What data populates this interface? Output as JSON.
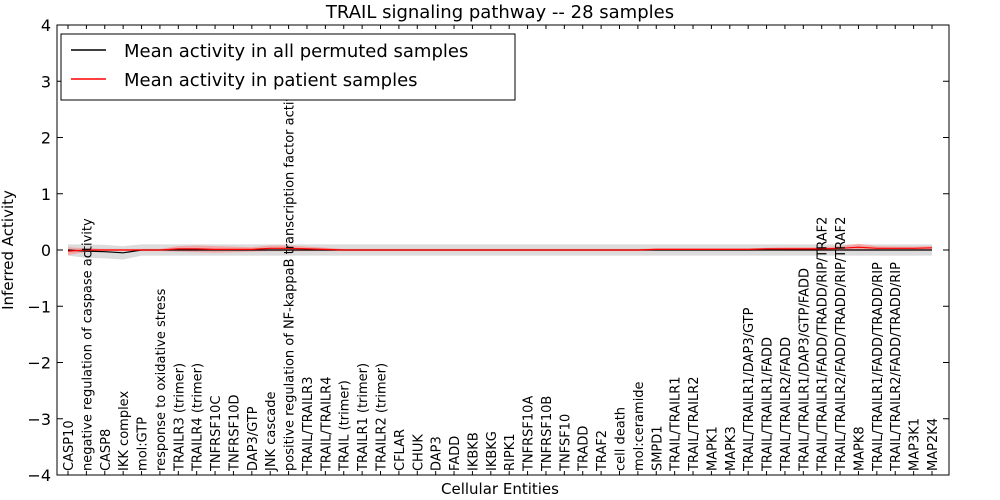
{
  "chart_data": {
    "type": "line",
    "title": "TRAIL signaling pathway -- 28 samples",
    "xlabel": "Cellular Entities",
    "ylabel": "Inferred Activity",
    "ylim": [
      -4,
      4
    ],
    "yticks": [
      "4",
      "3",
      "2",
      "1",
      "0",
      "−1",
      "−2",
      "−3",
      "−4"
    ],
    "yticks_values": [
      4,
      3,
      2,
      1,
      0,
      -1,
      -2,
      -3,
      -4
    ],
    "grid": false,
    "legend": "top-left",
    "colors": {
      "permuted": "#000000",
      "patient": "#ff0000",
      "permuted_band": "#bfbfbf",
      "patient_band": "#ff8080"
    },
    "categories": [
      "CASP10",
      "negative regulation of caspase activity",
      "CASP8",
      "IKK complex",
      "mol:GTP",
      "response to oxidative stress",
      "TRAILR3 (trimer)",
      "TRAILR4 (trimer)",
      "TNFRSF10C",
      "TNFRSF10D",
      "DAP3/GTP",
      "JNK cascade",
      "positive regulation of NF-kappaB transcription factor activity",
      "TRAIL/TRAILR3",
      "TRAIL/TRAILR4",
      "TRAIL (trimer)",
      "TRAILR1 (trimer)",
      "TRAILR2 (trimer)",
      "CFLAR",
      "CHUK",
      "DAP3",
      "FADD",
      "IKBKB",
      "IKBKG",
      "RIPK1",
      "TNFRSF10A",
      "TNFRSF10B",
      "TNFSF10",
      "TRADD",
      "TRAF2",
      "cell death",
      "mol:ceramide",
      "SMPD1",
      "TRAIL/TRAILR1",
      "TRAIL/TRAILR2",
      "MAPK1",
      "MAPK3",
      "TRAIL/TRAILR1/DAP3/GTP",
      "TRAIL/TRAILR1/FADD",
      "TRAIL/TRAILR2/FADD",
      "TRAIL/TRAILR1/DAP3/GTP/FADD",
      "TRAIL/TRAILR1/FADD/TRADD/RIP/TRAF2",
      "TRAIL/TRAILR2/FADD/TRADD/RIP/TRAF2",
      "MAPK8",
      "TRAIL/TRAILR1/FADD/TRADD/RIP",
      "TRAIL/TRAILR2/FADD/TRADD/RIP",
      "MAP3K1",
      "MAP2K4"
    ],
    "series": [
      {
        "name": "Mean activity in all permuted samples",
        "values": [
          0.0,
          -0.02,
          -0.03,
          -0.05,
          0.0,
          0.0,
          0.0,
          0.0,
          0.0,
          0.0,
          0.0,
          0.0,
          0.0,
          0.0,
          0.0,
          0.0,
          0.0,
          0.0,
          0.0,
          0.0,
          0.0,
          0.0,
          0.0,
          0.0,
          0.0,
          0.0,
          0.0,
          0.0,
          0.0,
          0.0,
          0.0,
          0.0,
          0.0,
          0.0,
          0.0,
          0.0,
          0.0,
          0.0,
          0.0,
          0.0,
          0.0,
          0.0,
          0.0,
          0.0,
          0.0,
          0.0,
          0.0,
          0.0
        ],
        "band": [
          0.1,
          0.12,
          0.12,
          0.12,
          0.1,
          0.1,
          0.1,
          0.1,
          0.1,
          0.1,
          0.1,
          0.1,
          0.1,
          0.1,
          0.1,
          0.1,
          0.1,
          0.1,
          0.1,
          0.1,
          0.1,
          0.1,
          0.1,
          0.1,
          0.1,
          0.1,
          0.1,
          0.1,
          0.1,
          0.1,
          0.1,
          0.1,
          0.1,
          0.1,
          0.1,
          0.1,
          0.1,
          0.1,
          0.1,
          0.1,
          0.1,
          0.1,
          0.1,
          0.1,
          0.1,
          0.1,
          0.1,
          0.1
        ]
      },
      {
        "name": "Mean activity in patient samples",
        "values": [
          -0.02,
          0.0,
          0.0,
          0.0,
          0.0,
          0.0,
          0.02,
          0.02,
          0.01,
          0.01,
          0.01,
          0.03,
          0.03,
          0.02,
          0.01,
          0.0,
          0.0,
          0.0,
          0.0,
          0.0,
          0.0,
          0.0,
          0.0,
          0.0,
          0.0,
          0.0,
          0.0,
          0.0,
          0.0,
          0.0,
          0.0,
          0.0,
          0.01,
          0.01,
          0.01,
          0.01,
          0.01,
          0.01,
          0.02,
          0.02,
          0.02,
          0.02,
          0.03,
          0.05,
          0.03,
          0.03,
          0.03,
          0.04
        ],
        "band": [
          0.07,
          0.03,
          0.02,
          0.02,
          0.02,
          0.02,
          0.05,
          0.06,
          0.06,
          0.05,
          0.04,
          0.05,
          0.05,
          0.04,
          0.03,
          0.02,
          0.02,
          0.02,
          0.02,
          0.02,
          0.02,
          0.02,
          0.02,
          0.02,
          0.02,
          0.02,
          0.02,
          0.02,
          0.02,
          0.02,
          0.02,
          0.02,
          0.02,
          0.02,
          0.02,
          0.02,
          0.02,
          0.02,
          0.02,
          0.03,
          0.03,
          0.03,
          0.04,
          0.06,
          0.04,
          0.03,
          0.03,
          0.03
        ]
      }
    ]
  }
}
